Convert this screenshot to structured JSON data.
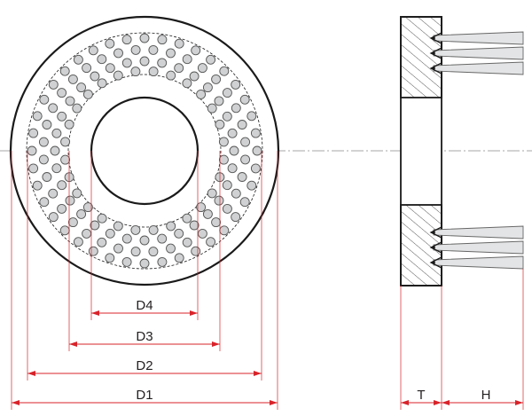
{
  "colors": {
    "outline": "#1a1a1a",
    "dimension": "#d8232a",
    "centerline": "#8a8a8a",
    "hole_fill": "#cfd1d2",
    "hole_stroke": "#555555",
    "bristle_fill": "#e3e4e5",
    "bristle_stroke": "#666666",
    "hatch": "#444444",
    "text": "#231f20"
  },
  "dimensions": {
    "d1": "D1",
    "d2": "D2",
    "d3": "D3",
    "d4": "D4",
    "t": "T",
    "h": "H"
  },
  "icons": {
    "front_view": "disc-brush-front-view-icon",
    "side_view": "disc-brush-side-section-icon"
  }
}
